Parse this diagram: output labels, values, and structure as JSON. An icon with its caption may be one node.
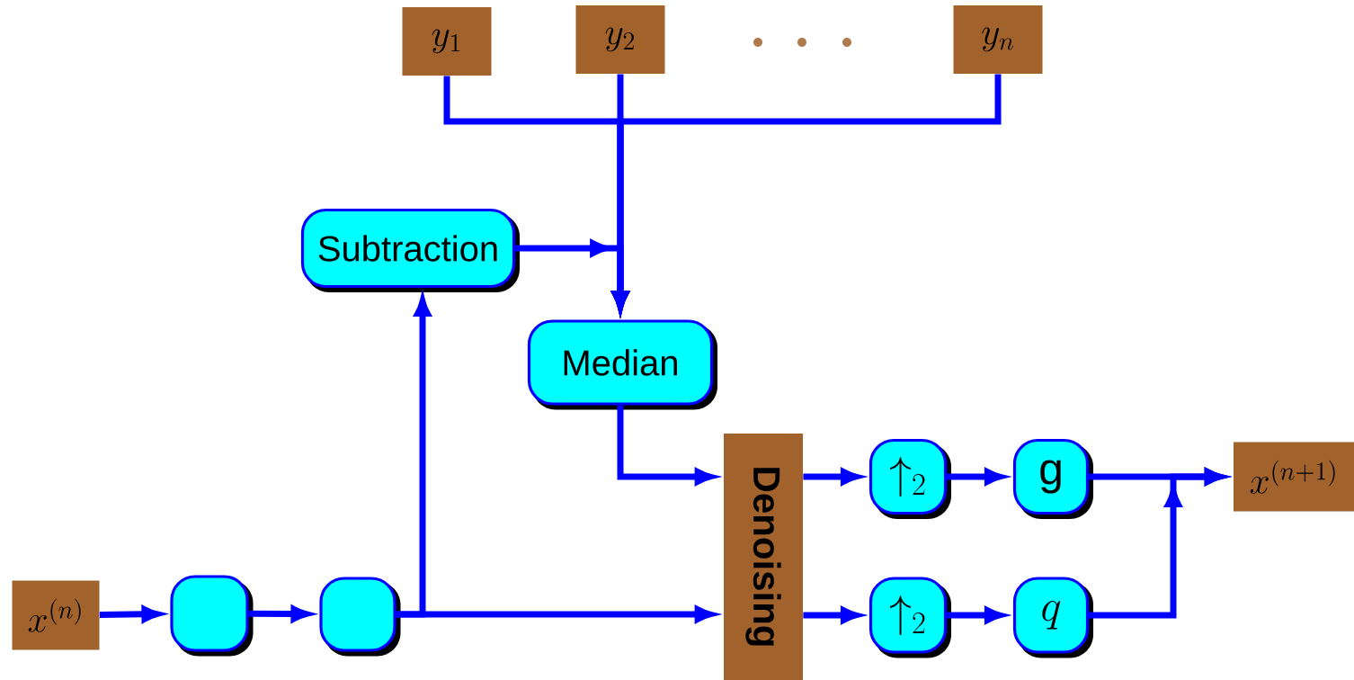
{
  "diagram": {
    "nodes": [
      {
        "text": [
          "y_1"
        ]
      },
      {
        "text": [
          "y_2"
        ]
      },
      {
        "text": [
          "y_n"
        ]
      },
      {
        "text": [
          "Subtraction"
        ]
      },
      {
        "text": [
          "Median"
        ]
      },
      {
        "text": [
          "x^{(n)}"
        ]
      },
      {
        "text": [],
        "shape": "box"
      },
      {
        "text": [],
        "shape": "box"
      },
      {
        "text": [
          "Denoising"
        ]
      },
      {
        "text": [
          "\\uparrow_2"
        ]
      },
      {
        "text": [
          "\\mathrm{g}"
        ]
      },
      {
        "text": [
          "x^{(n+1)}"
        ]
      },
      {
        "text": [
          "\\uparrow_2"
        ]
      },
      {
        "text": [
          "q"
        ]
      }
    ],
    "edges": [
      {
        "from": 0,
        "to": 4,
        "arrow": "to"
      },
      {
        "from": 1,
        "to": 4,
        "arrow": "to"
      },
      {
        "from": 2,
        "to": 4,
        "arrow": "to"
      },
      {
        "from": 3,
        "to": 4,
        "arrow": "to"
      },
      {
        "from": 4,
        "to": 8,
        "arrow": "to"
      },
      {
        "from": 5,
        "to": 6,
        "arrow": "to"
      },
      {
        "from": 6,
        "to": 7,
        "arrow": "to"
      },
      {
        "from": 7,
        "to": 8,
        "arrow": "to"
      },
      {
        "from": 7,
        "to": 3,
        "arrow": "to"
      },
      {
        "from": 8,
        "to": 9,
        "arrow": "to"
      },
      {
        "from": 9,
        "to": 10,
        "arrow": "to"
      },
      {
        "from": 10,
        "to": 11,
        "arrow": "to"
      },
      {
        "from": 8,
        "to": 12,
        "arrow": "to"
      },
      {
        "from": 12,
        "to": 13,
        "arrow": "to"
      },
      {
        "from": 13,
        "to": 11,
        "arrow": "to"
      }
    ]
  }
}
